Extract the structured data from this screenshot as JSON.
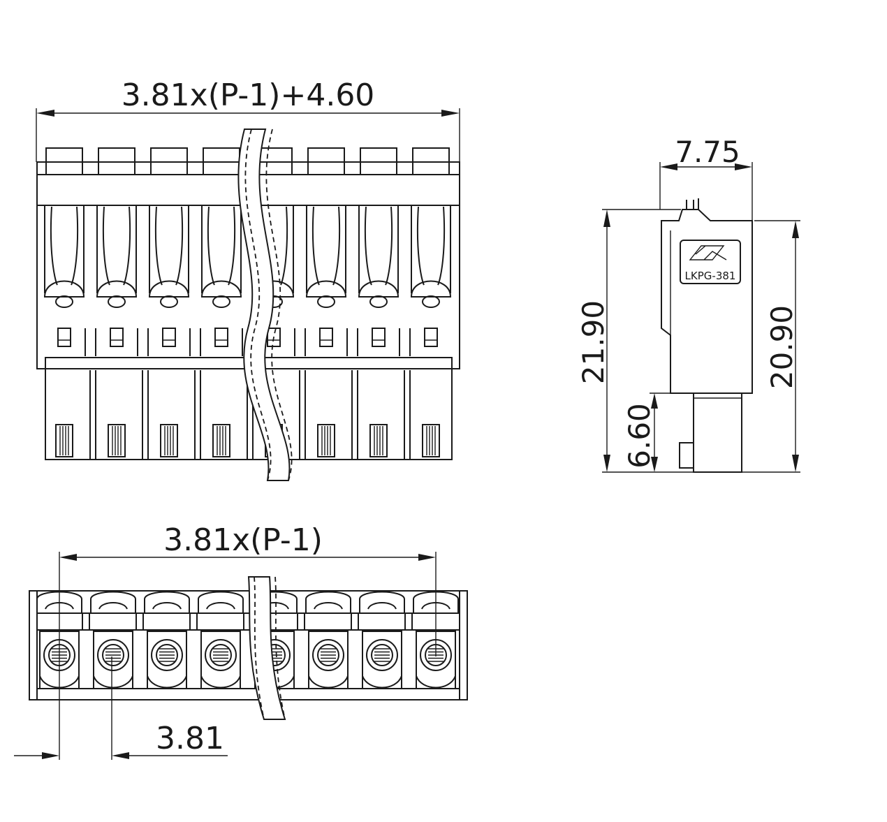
{
  "dimensions": {
    "front_overall_width": "3.81x(P-1)+4.60",
    "bottom_pin_span": "3.81x(P-1)",
    "pitch": "3.81",
    "side_depth": "7.75",
    "side_total_height": "21.90",
    "side_body_height": "20.90",
    "side_pin_height": "6.60"
  },
  "logo": {
    "label": "LKPG-381"
  },
  "drawing": {
    "pole_count_shown": 8,
    "stroke_color": "#1a1a1a",
    "background_color": "#ffffff"
  }
}
